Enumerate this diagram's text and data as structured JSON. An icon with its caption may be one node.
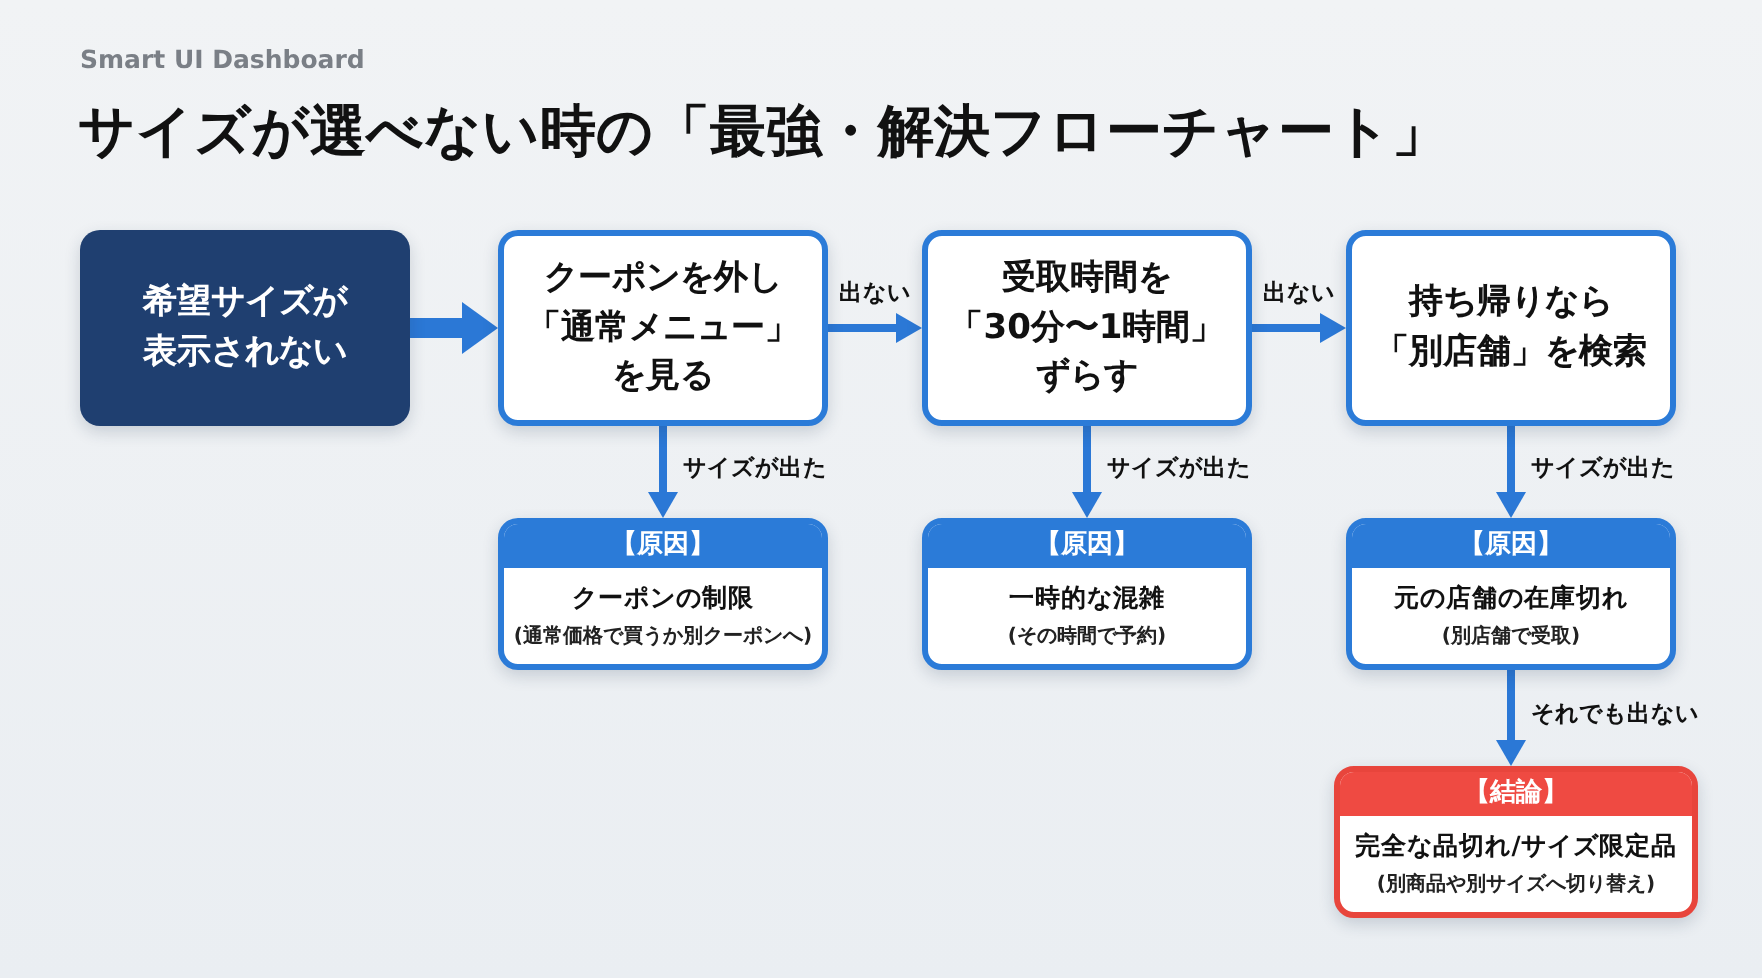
{
  "diagram": {
    "title": "サイズが選べない時の「最強・解決フローチャート」",
    "nodes": [
      {
        "text": [
          "希望サイズが表示されない"
        ]
      },
      {
        "text": [
          "クーポンを外し「通常メニュー」を見る"
        ]
      },
      {
        "text": [
          "受取時間を「30分〜1時間」ずらす"
        ]
      },
      {
        "text": [
          "持ち帰りなら「別店舗」を検索"
        ]
      },
      {
        "text": [
          "【原因】",
          "クーポンの制限",
          "(通常価格で買うか別クーポンへ)"
        ]
      },
      {
        "text": [
          "【原因】",
          "一時的な混雑",
          "(その時間で予約)"
        ]
      },
      {
        "text": [
          "【原因】",
          "元の店舗の在庫切れ",
          "(別店舗で受取)"
        ]
      },
      {
        "text": [
          "【結論】",
          "完全な品切れ/サイズ限定品",
          "(別商品や別サイズへ切り替え)"
        ]
      }
    ],
    "edges": [
      {
        "from": 0,
        "to": 1,
        "arrow": "to",
        "style": "thick"
      },
      {
        "from": 1,
        "to": 2,
        "arrow": "to",
        "label": "出ない"
      },
      {
        "from": 2,
        "to": 3,
        "arrow": "to",
        "label": "出ない"
      },
      {
        "from": 1,
        "to": 4,
        "arrow": "to",
        "label": "サイズが出た"
      },
      {
        "from": 2,
        "to": 5,
        "arrow": "to",
        "label": "サイズが出た"
      },
      {
        "from": 3,
        "to": 6,
        "arrow": "to",
        "label": "サイズが出た"
      },
      {
        "from": 6,
        "to": 7,
        "arrow": "to",
        "label": "それでも出ない"
      }
    ],
    "labels": [
      "Smart UI Dashboard"
    ]
  }
}
